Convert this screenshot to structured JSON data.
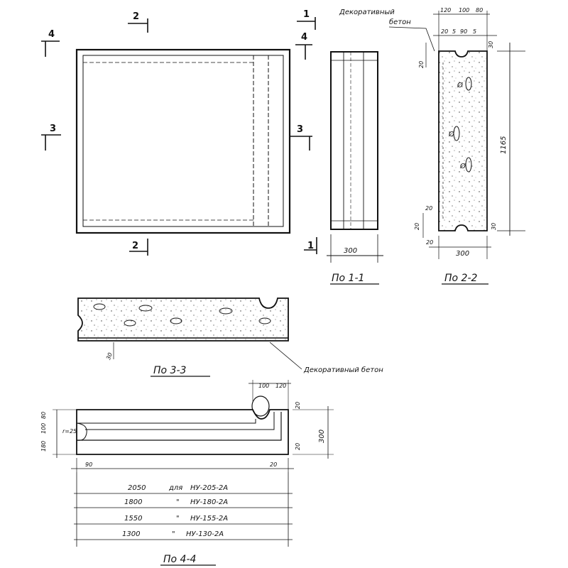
{
  "section_marks": {
    "m1": "1",
    "m2": "2",
    "m3": "3",
    "m4": "4"
  },
  "labels": {
    "decorative_concrete": "Декоративный бетон",
    "decorative_line1": "Декоративный",
    "decorative_line2": "бетон"
  },
  "captions": {
    "s11": "По 1-1",
    "s22": "По 2-2",
    "s33": "По 3-3",
    "s44": "По 4-4"
  },
  "dims_11": {
    "width": "300"
  },
  "dims_22": {
    "top_chain": [
      "120",
      "100",
      "80"
    ],
    "second_chain": [
      "20",
      "5",
      "90",
      "5"
    ],
    "top_right": "30",
    "left_20": "20",
    "height": "1165",
    "bottom_left_20a": "20",
    "bottom_left_20b": "20",
    "bottom_20": "20",
    "bottom_right_30": "30",
    "width": "300",
    "hole_mark": "Ø"
  },
  "dims_33": {
    "bottom": "30"
  },
  "dims_44": {
    "top_chain": [
      "100",
      "120"
    ],
    "left_chain": [
      "180",
      "100",
      "80"
    ],
    "r": "r=25",
    "right_20a": "20",
    "right_20b": "20",
    "height": "300",
    "bottom_left": "90",
    "bottom_right": "20"
  },
  "length_table": [
    {
      "length": "2050",
      "sep": "для",
      "mark": "НУ-205-2А"
    },
    {
      "length": "1800",
      "sep": "\"",
      "mark": "НУ-180-2А"
    },
    {
      "length": "1550",
      "sep": "\"",
      "mark": "НУ-155-2А"
    },
    {
      "length": "1300",
      "sep": "\"",
      "mark": "НУ-130-2А"
    }
  ]
}
